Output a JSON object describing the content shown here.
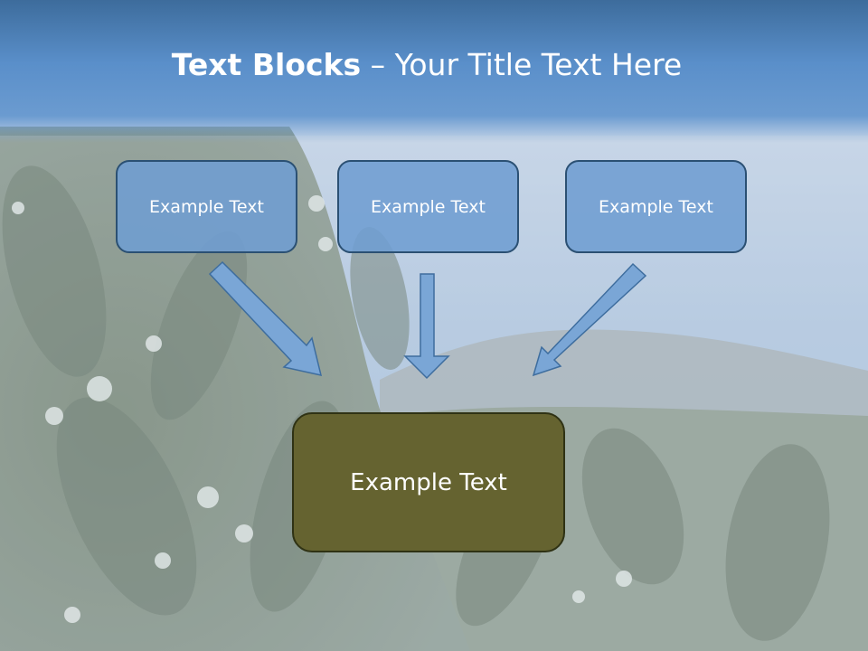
{
  "slide": {
    "title_bold": "Text Blocks",
    "title_rest": " – Your Title Text Here",
    "boxes": [
      "Example Text",
      "Example Text",
      "Example Text"
    ],
    "main_box": "Example Text"
  },
  "colors": {
    "header_blue": "#5a8cc4",
    "box_fill": "#7aa6d6",
    "box_border": "#2b5073",
    "arrow_fill": "#7aa6d6",
    "main_box_fill": "#656330"
  },
  "background": {
    "description_icon": "coffee-plant-field-photo-icon"
  }
}
